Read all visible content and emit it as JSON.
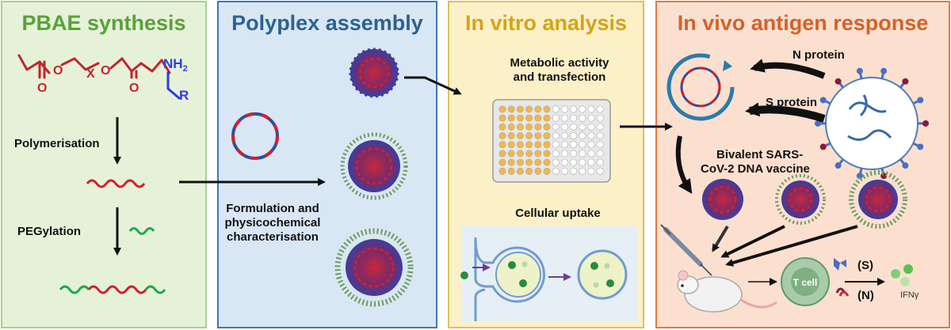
{
  "panels": [
    {
      "title": "PBAE synthesis",
      "bg": "#e6f2d8",
      "border": "#a8cf8a",
      "title_color": "#5aa13a"
    },
    {
      "title": "Polyplex assembly",
      "bg": "#d9e7f4",
      "border": "#3c79b0",
      "title_color": "#2c628f"
    },
    {
      "title": "In vitro analysis",
      "bg": "#fbf0c8",
      "border": "#e0c055",
      "title_color": "#d5a416"
    },
    {
      "title": "In vivo antigen response",
      "bg": "#fbe0d0",
      "border": "#e07a3e",
      "title_color": "#d4622a"
    }
  ],
  "synthesis": {
    "chem_o": "O",
    "chem_x": "X",
    "chem_nh2": "NH",
    "chem_nh2_sub": "2",
    "chem_r": "R",
    "step1": "Polymerisation",
    "step2": "PEGylation"
  },
  "assembly": {
    "label_line1": "Formulation and",
    "label_line2": "physicochemical",
    "label_line3": "characterisation"
  },
  "invitro": {
    "metabolic_line1": "Metabolic activity",
    "metabolic_line2": "and transfection",
    "uptake": "Cellular uptake"
  },
  "invivo": {
    "n_protein": "N protein",
    "s_protein": "S protein",
    "vaccine_line1": "Bivalent SARS-",
    "vaccine_line2": "CoV-2 DNA vaccine",
    "tcell": "T cell",
    "s_label": "(S)",
    "n_label": "(N)",
    "ifn": "IFNγ"
  },
  "colors": {
    "polymer_red": "#d41f2b",
    "peg_green": "#1fa94a",
    "dna_blue": "#2d4fa0",
    "chem_red": "#c0262d",
    "chem_blue": "#2e3ee0"
  }
}
